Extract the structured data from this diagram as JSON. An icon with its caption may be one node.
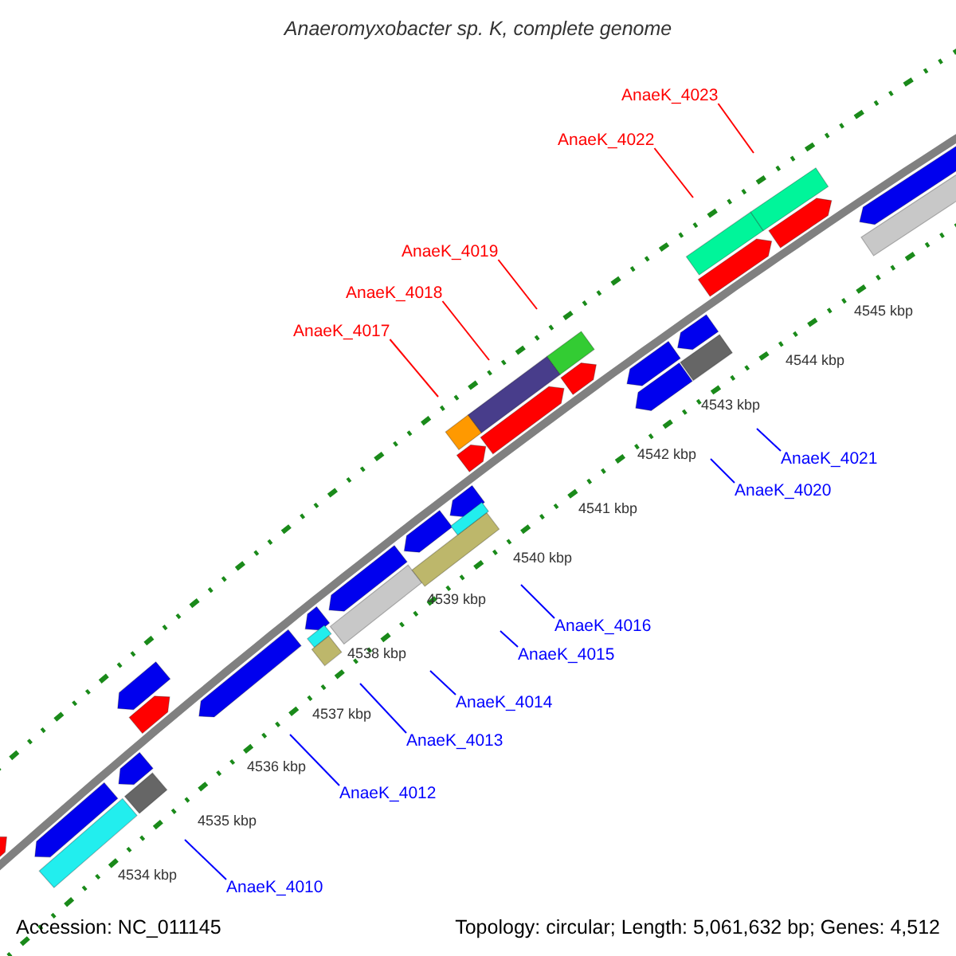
{
  "diagram": {
    "title": "Anaeromyxobacter sp. K, complete genome",
    "nodes": [
      {
        "text": [
          "AnaeK_4023"
        ]
      },
      {
        "text": [
          "AnaeK_4022"
        ]
      },
      {
        "text": [
          "AnaeK_4019"
        ]
      },
      {
        "text": [
          "AnaeK_4018"
        ]
      },
      {
        "text": [
          "AnaeK_4017"
        ]
      },
      {
        "text": [
          "AnaeK_4021"
        ]
      },
      {
        "text": [
          "AnaeK_4020"
        ]
      },
      {
        "text": [
          "AnaeK_4016"
        ]
      },
      {
        "text": [
          "AnaeK_4015"
        ]
      },
      {
        "text": [
          "AnaeK_4014"
        ]
      },
      {
        "text": [
          "AnaeK_4013"
        ]
      },
      {
        "text": [
          "AnaeK_4012"
        ]
      },
      {
        "text": [
          "AnaeK_4010"
        ]
      }
    ],
    "edges": [
      {
        "from": 0,
        "to": null,
        "arrow": "none",
        "color": "#ff0000"
      },
      {
        "from": 1,
        "to": null,
        "arrow": "none",
        "color": "#ff0000"
      },
      {
        "from": 2,
        "to": null,
        "arrow": "none",
        "color": "#ff0000"
      },
      {
        "from": 3,
        "to": null,
        "arrow": "none",
        "color": "#ff0000"
      },
      {
        "from": 4,
        "to": null,
        "arrow": "none",
        "color": "#ff0000"
      },
      {
        "from": 5,
        "to": null,
        "arrow": "none"
      },
      {
        "from": 6,
        "to": null,
        "arrow": "none"
      },
      {
        "from": 7,
        "to": null,
        "arrow": "none"
      },
      {
        "from": 8,
        "to": null,
        "arrow": "none"
      },
      {
        "from": 9,
        "to": null,
        "arrow": "none"
      },
      {
        "from": 10,
        "to": null,
        "arrow": "none"
      },
      {
        "from": 11,
        "to": null,
        "arrow": "none"
      },
      {
        "from": 12,
        "to": null,
        "arrow": "none"
      }
    ],
    "labels": [
      "4545 kbp",
      "4544 kbp",
      "4543 kbp",
      "4542 kbp",
      "4541 kbp",
      "4540 kbp",
      "4539 kbp",
      "4538 kbp",
      "4537 kbp",
      "4536 kbp",
      "4535 kbp",
      "4534 kbp",
      "Accession: NC_011145",
      "Topology: circular; Length: 5,061,632 bp; Genes: 4,512"
    ]
  }
}
